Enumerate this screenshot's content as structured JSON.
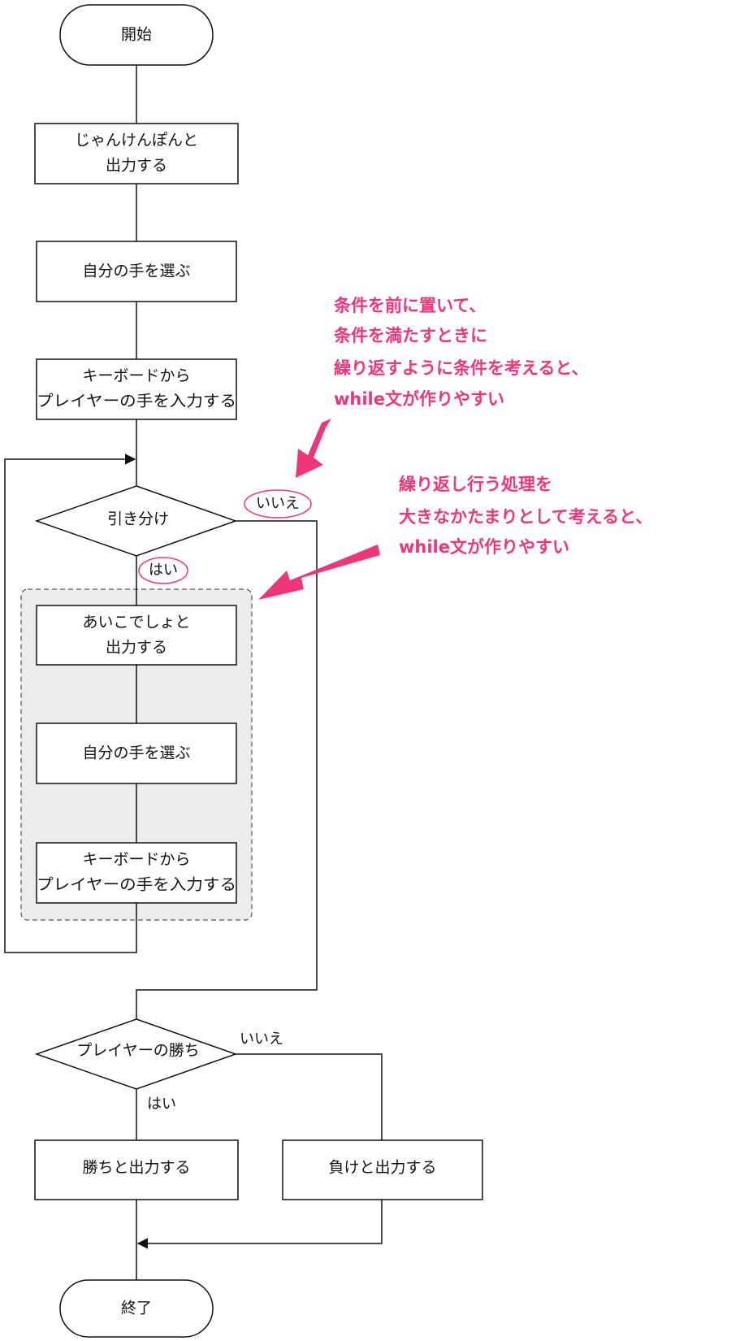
{
  "colors": {
    "line": "#111111",
    "accent": "#f0367b",
    "loop_fill": "#ececec",
    "loop_border": "#555555"
  },
  "nodes": {
    "start": "開始",
    "janken_line1": "じゃんけんぽんと",
    "janken_line2": "出力する",
    "choose_hand_1": "自分の手を選ぶ",
    "keyboard_1_line1": "キーボードから",
    "keyboard_1_line2": "プレイヤーの手を入力する",
    "branch_draw": "引き分け",
    "aiko_line1": "あいこでしょと",
    "aiko_line2": "出力する",
    "choose_hand_2": "自分の手を選ぶ",
    "keyboard_2_line1": "キーボードから",
    "keyboard_2_line2": "プレイヤーの手を入力する",
    "branch_win": "プレイヤーの勝ち",
    "win_output": "勝ちと出力する",
    "lose_output": "負けと出力する",
    "end": "終了"
  },
  "labels": {
    "draw_yes": "はい",
    "draw_no": "いいえ",
    "win_yes": "はい",
    "win_no": "いいえ"
  },
  "notes": {
    "condition": [
      "条件を前に置いて、",
      "条件を満たすときに",
      "繰り返すように条件を考えると、",
      "while文が作りやすい"
    ],
    "loop_body": [
      "繰り返し行う処理を",
      "大きなかたまりとして考えると、",
      "while文が作りやすい"
    ]
  }
}
